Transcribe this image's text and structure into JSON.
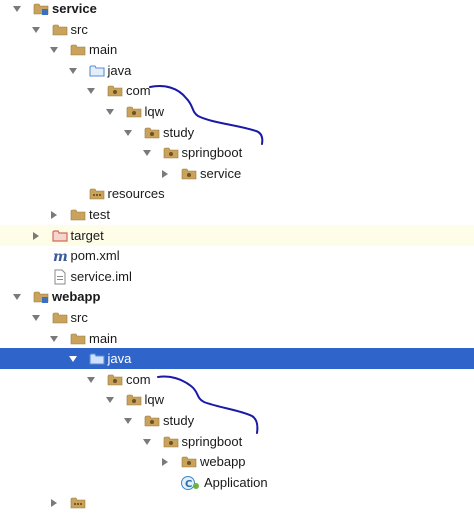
{
  "tree": [
    {
      "label": "service",
      "arrow": "down",
      "icon": "module-icon",
      "bold": true,
      "name": "tree-node-service-module"
    },
    {
      "label": "src",
      "arrow": "down",
      "icon": "folder-icon",
      "name": "tree-node-src"
    },
    {
      "label": "main",
      "arrow": "down",
      "icon": "folder-icon",
      "name": "tree-node-main"
    },
    {
      "label": "java",
      "arrow": "down",
      "icon": "source-root-folder-icon",
      "name": "tree-node-java"
    },
    {
      "label": "com",
      "arrow": "down",
      "icon": "package-icon",
      "name": "tree-node-com"
    },
    {
      "label": "lqw",
      "arrow": "down",
      "icon": "package-icon",
      "name": "tree-node-lqw"
    },
    {
      "label": "study",
      "arrow": "down",
      "icon": "package-icon",
      "name": "tree-node-study"
    },
    {
      "label": "springboot",
      "arrow": "down",
      "icon": "package-icon",
      "name": "tree-node-springboot"
    },
    {
      "label": "service",
      "arrow": "right",
      "icon": "package-icon",
      "name": "tree-node-service-package"
    },
    {
      "label": "resources",
      "arrow": "none",
      "icon": "resources-folder-icon",
      "name": "tree-node-resources"
    },
    {
      "label": "test",
      "arrow": "right",
      "icon": "folder-icon",
      "name": "tree-node-test"
    },
    {
      "label": "target",
      "arrow": "right",
      "icon": "excluded-folder-icon",
      "name": "tree-node-target",
      "highlight": true
    },
    {
      "label": "pom.xml",
      "arrow": "none",
      "icon": "maven-icon",
      "name": "tree-node-pom-xml"
    },
    {
      "label": "service.iml",
      "arrow": "none",
      "icon": "iml-file-icon",
      "name": "tree-node-service-iml"
    },
    {
      "label": "webapp",
      "arrow": "down",
      "icon": "module-icon",
      "bold": true,
      "name": "tree-node-webapp-module"
    },
    {
      "label": "src",
      "arrow": "down",
      "icon": "folder-icon",
      "name": "tree-node-src"
    },
    {
      "label": "main",
      "arrow": "down",
      "icon": "folder-icon",
      "name": "tree-node-main"
    },
    {
      "label": "java",
      "arrow": "down",
      "icon": "source-root-folder-icon",
      "name": "tree-node-java",
      "selected": true
    },
    {
      "label": "com",
      "arrow": "down",
      "icon": "package-icon",
      "name": "tree-node-com"
    },
    {
      "label": "lqw",
      "arrow": "down",
      "icon": "package-icon",
      "name": "tree-node-lqw"
    },
    {
      "label": "study",
      "arrow": "down",
      "icon": "package-icon",
      "name": "tree-node-study"
    },
    {
      "label": "springboot",
      "arrow": "down",
      "icon": "package-icon",
      "name": "tree-node-springboot"
    },
    {
      "label": "webapp",
      "arrow": "right",
      "icon": "package-icon",
      "name": "tree-node-webapp-package"
    },
    {
      "label": "Application",
      "arrow": "none",
      "icon": "spring-boot-class-icon",
      "name": "tree-node-application-class"
    },
    {
      "label": "",
      "arrow": "right",
      "icon": "resources-folder-icon",
      "name": "tree-node-partially-visible"
    }
  ],
  "colors": {
    "selection": "#2f65ca",
    "highlight_row": "#fdfde8",
    "folder": "#c9a35c",
    "source_root": "#5a8fd0",
    "excluded_folder": "#d46a5a",
    "scribble": "#1a1aa8"
  }
}
